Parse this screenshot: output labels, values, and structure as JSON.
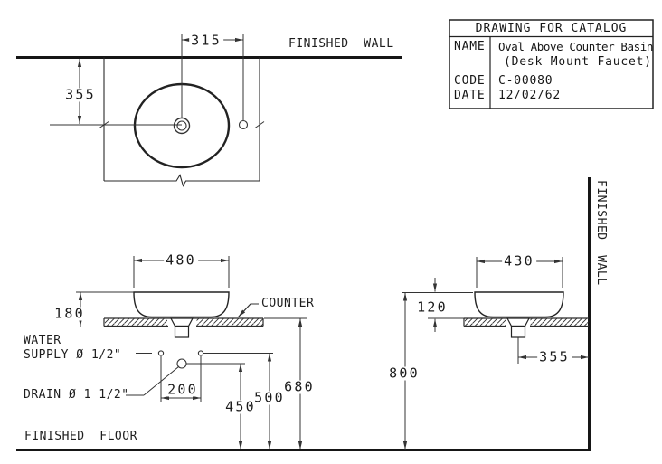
{
  "title_block": {
    "header": "DRAWING FOR CATALOG",
    "name_label": "NAME",
    "name_value_line1": "Oval Above Counter Basin",
    "name_value_line2": "(Desk Mount Faucet)",
    "code_label": "CODE",
    "code_value": "C-00080",
    "date_label": "DATE",
    "date_value": "12/02/62"
  },
  "labels": {
    "finished_wall_top": "FINISHED  WALL",
    "finished_wall_side": "FINISHED  WALL",
    "finished_floor": "FINISHED  FLOOR",
    "counter": "COUNTER",
    "water_supply_line1": "WATER",
    "water_supply_line2": "SUPPLY Ø 1/2\"",
    "drain": "DRAIN Ø 1 1/2\""
  },
  "dimensions": {
    "plan_faucet_offset": "315",
    "plan_center_from_wall": "355",
    "front_basin_width": "480",
    "front_basin_height": "180",
    "front_supply_spacing": "200",
    "front_drain_height": "450",
    "front_supply_height": "500",
    "front_counter_height": "680",
    "side_basin_width": "430",
    "side_basin_height": "120",
    "side_drain_from_wall": "355",
    "side_rim_height": "800"
  },
  "colors": {
    "ink": "#1c1c1c",
    "paper": "#ffffff"
  }
}
